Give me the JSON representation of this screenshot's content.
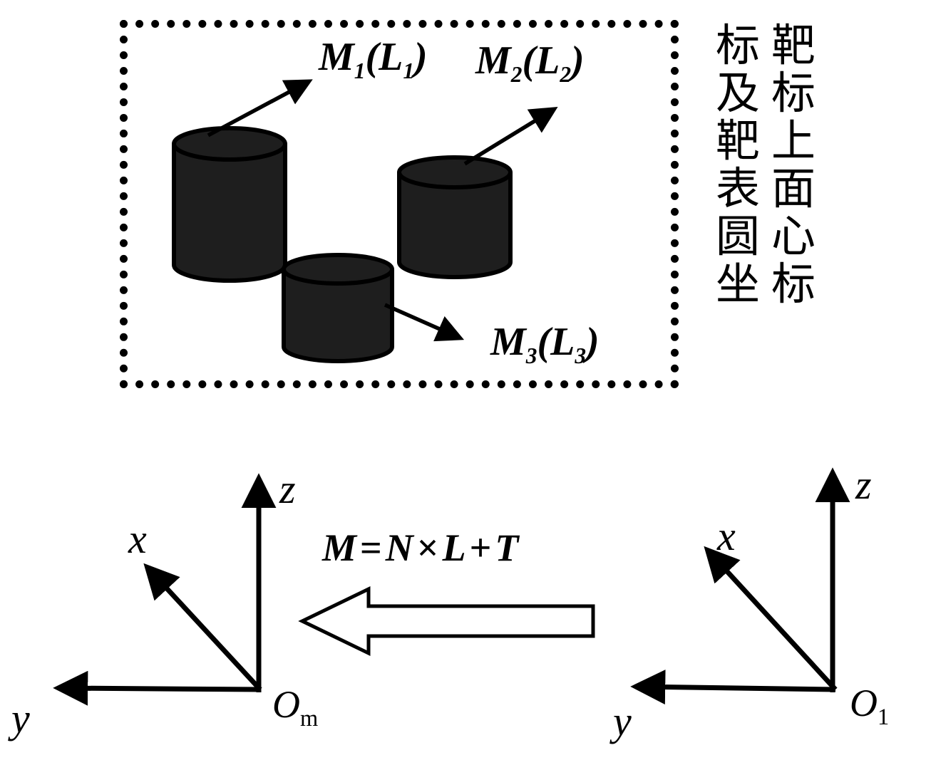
{
  "caption": {
    "rows": [
      "标靶",
      "及标",
      "靶上",
      "表面",
      "圆心",
      "坐标"
    ],
    "reading": "标靶及标靶上表面圆心坐标"
  },
  "target_box": {
    "labels": [
      {
        "m": "M",
        "m_sub": "1",
        "open": "(",
        "l": "L",
        "l_sub": "1",
        "close": ")"
      },
      {
        "m": "M",
        "m_sub": "2",
        "open": "(",
        "l": "L",
        "l_sub": "2",
        "close": ")"
      },
      {
        "m": "M",
        "m_sub": "3",
        "open": "(",
        "l": "L",
        "l_sub": "3",
        "close": ")"
      }
    ]
  },
  "transform": {
    "formula": "M=N×L+T",
    "formula_parts": [
      "M",
      "=",
      "N",
      "×",
      "L",
      "+",
      "T"
    ]
  },
  "axes_left": {
    "x": "x",
    "y": "y",
    "z": "z",
    "origin": "O",
    "origin_sub": "m"
  },
  "axes_right": {
    "x": "x",
    "y": "y",
    "z": "z",
    "origin": "O",
    "origin_sub": "1"
  },
  "colors": {
    "ink": "#000000",
    "cylinder_fill": "#1e1e1e",
    "background": "#ffffff"
  }
}
